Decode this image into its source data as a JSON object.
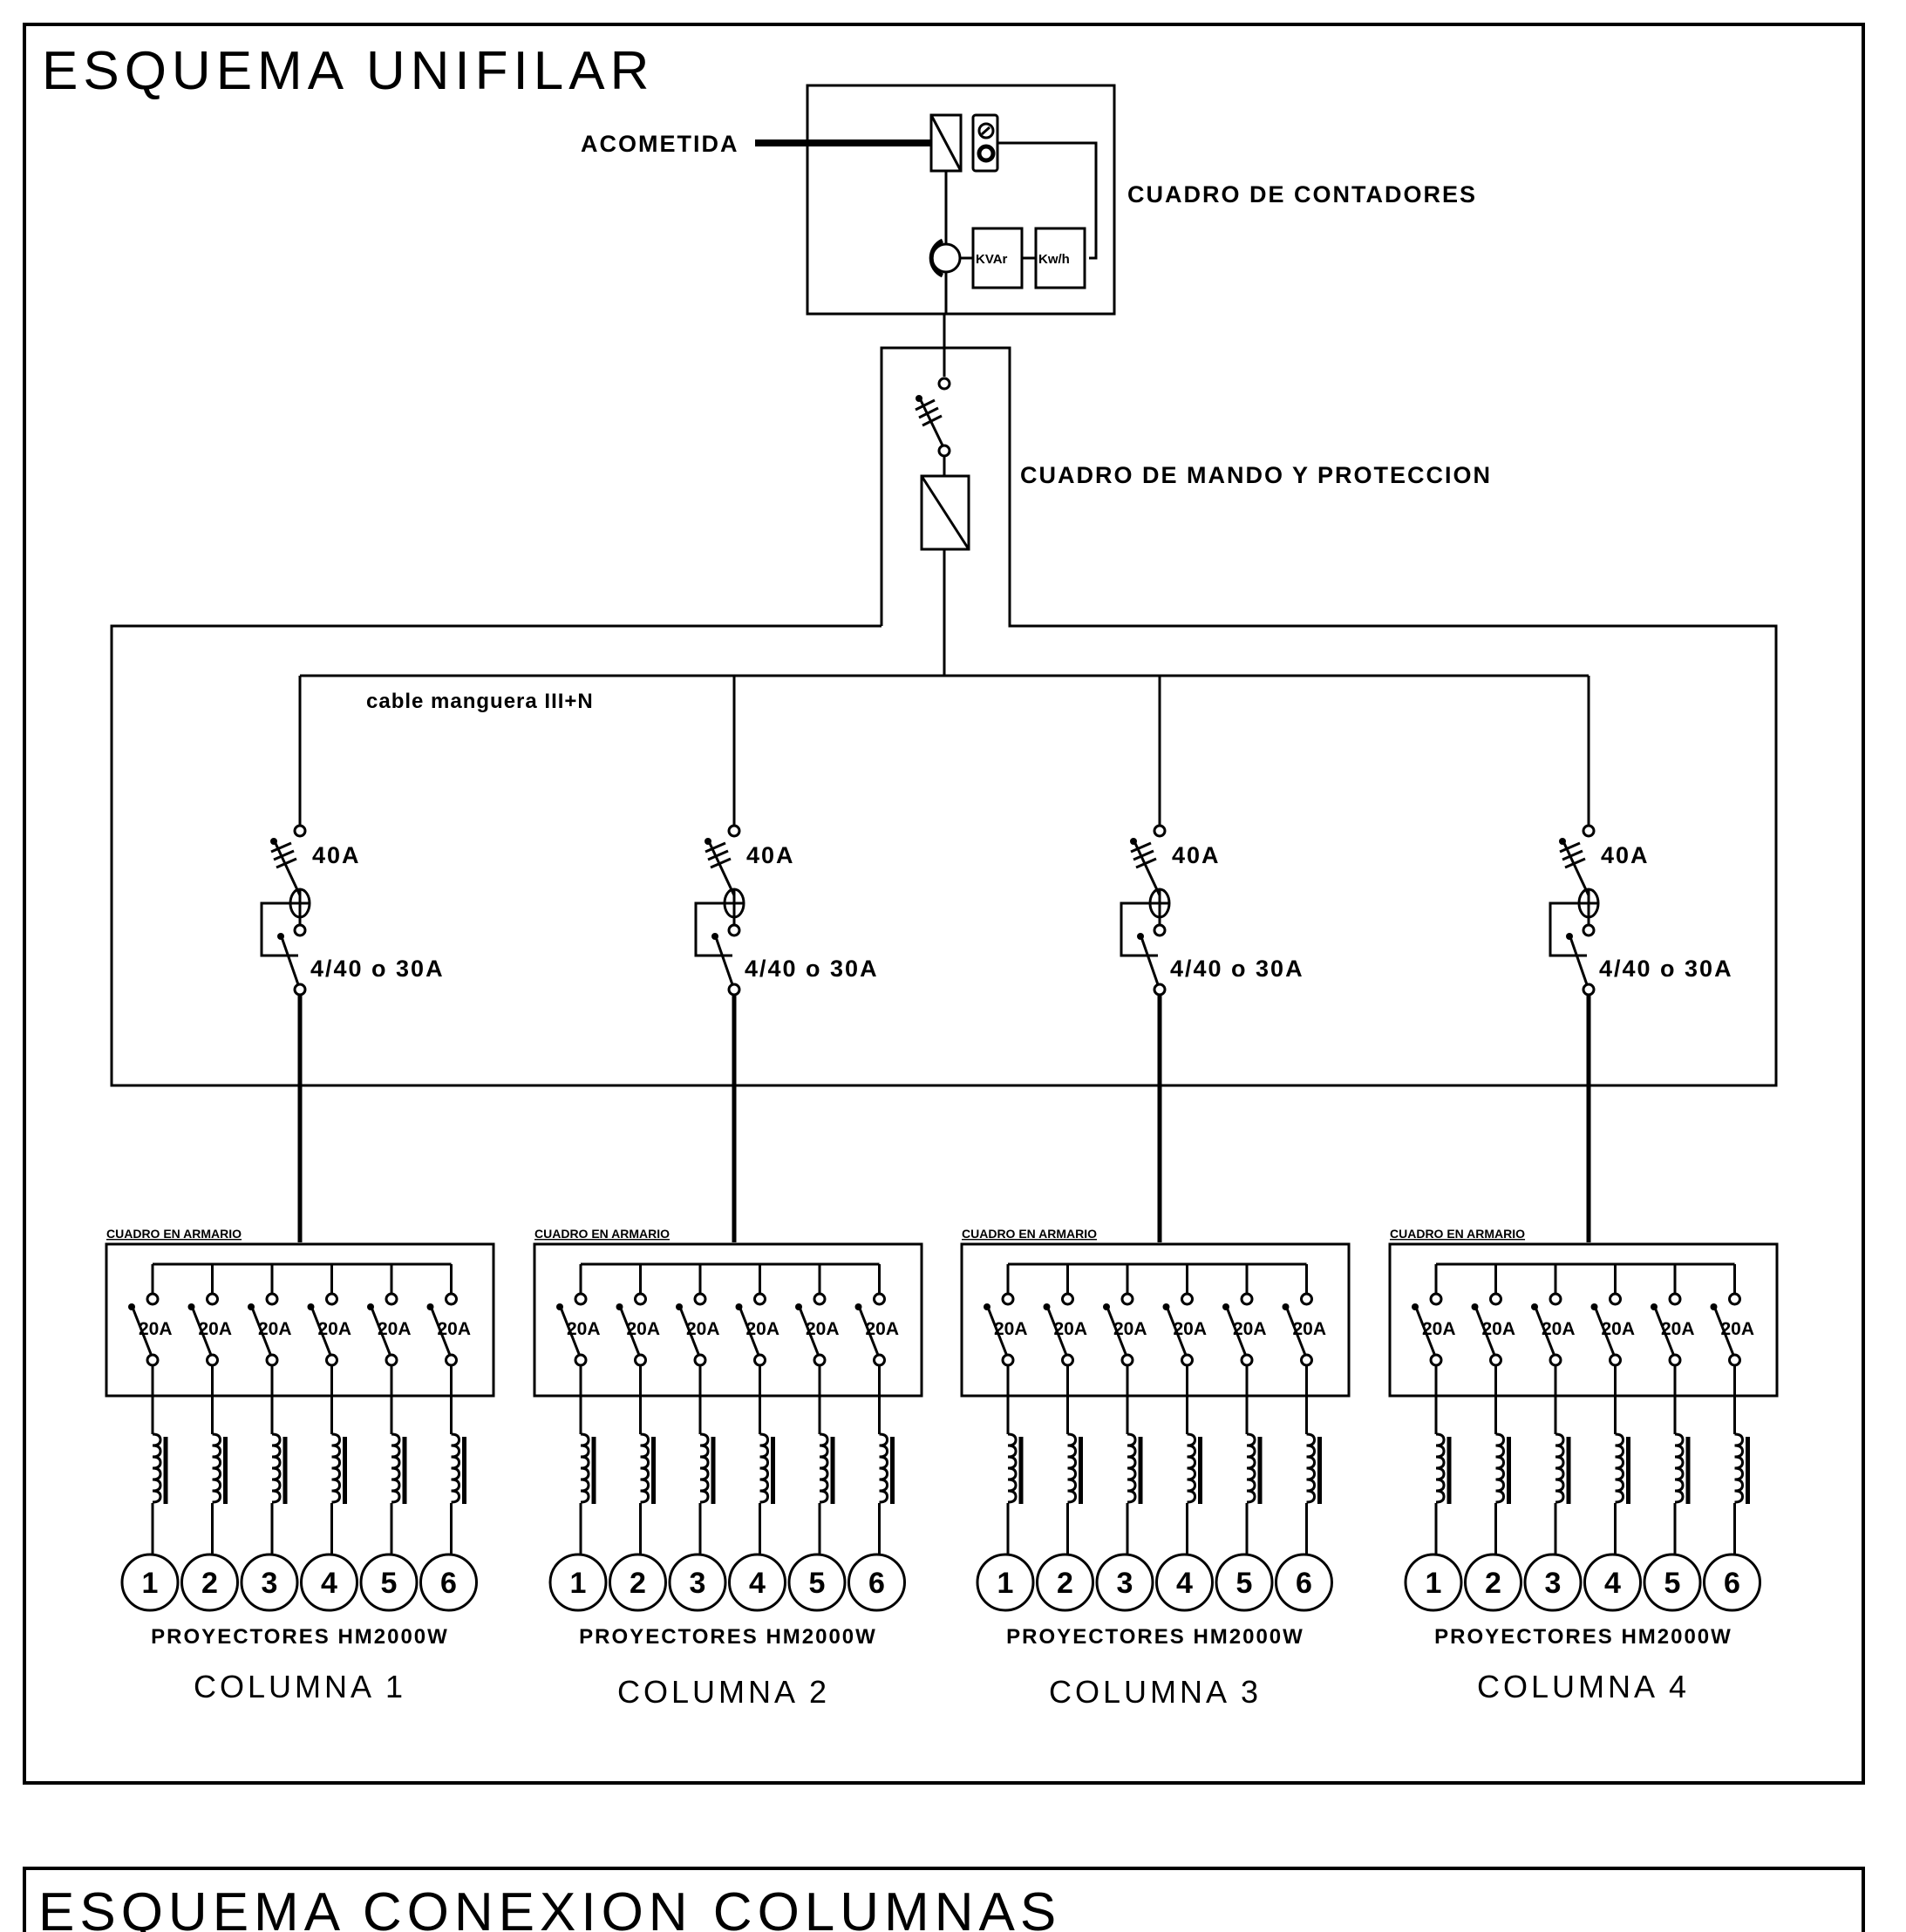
{
  "diagram": {
    "title": "ESQUEMA UNIFILAR",
    "second_title": "ESQUEMA CONEXION COLUMNAS",
    "supply_label": "ACOMETIDA",
    "meter_panel_label": "CUADRO DE CONTADORES",
    "meters": [
      {
        "label": "KVAr",
        "icon": "reactive-energy-meter-icon"
      },
      {
        "label": "Kw/h",
        "icon": "active-energy-meter-icon"
      }
    ],
    "control_panel_label": "CUADRO DE MANDO Y PROTECCION",
    "cable_label": "cable manguera III+N",
    "columns": [
      {
        "name": "COLUMNA 1",
        "breaker": "40A",
        "differential": "4/40 o 30A",
        "cabinet_label": "CUADRO EN ARMARIO",
        "circuit_breakers": [
          "20A",
          "20A",
          "20A",
          "20A",
          "20A",
          "20A"
        ],
        "projectors": [
          "1",
          "2",
          "3",
          "4",
          "5",
          "6"
        ],
        "projectors_label": "PROYECTORES HM2000W"
      },
      {
        "name": "COLUMNA 2",
        "breaker": "40A",
        "differential": "4/40 o 30A",
        "cabinet_label": "CUADRO EN ARMARIO",
        "circuit_breakers": [
          "20A",
          "20A",
          "20A",
          "20A",
          "20A",
          "20A"
        ],
        "projectors": [
          "1",
          "2",
          "3",
          "4",
          "5",
          "6"
        ],
        "projectors_label": "PROYECTORES HM2000W"
      },
      {
        "name": "COLUMNA 3",
        "breaker": "40A",
        "differential": "4/40 o 30A",
        "cabinet_label": "CUADRO EN ARMARIO",
        "circuit_breakers": [
          "20A",
          "20A",
          "20A",
          "20A",
          "20A",
          "20A"
        ],
        "projectors": [
          "1",
          "2",
          "3",
          "4",
          "5",
          "6"
        ],
        "projectors_label": "PROYECTORES HM2000W"
      },
      {
        "name": "COLUMNA 4",
        "breaker": "40A",
        "differential": "4/40 o 30A",
        "cabinet_label": "CUADRO EN ARMARIO",
        "circuit_breakers": [
          "20A",
          "20A",
          "20A",
          "20A",
          "20A",
          "20A"
        ],
        "projectors": [
          "1",
          "2",
          "3",
          "4",
          "5",
          "6"
        ],
        "projectors_label": "PROYECTORES HM2000W"
      }
    ]
  }
}
